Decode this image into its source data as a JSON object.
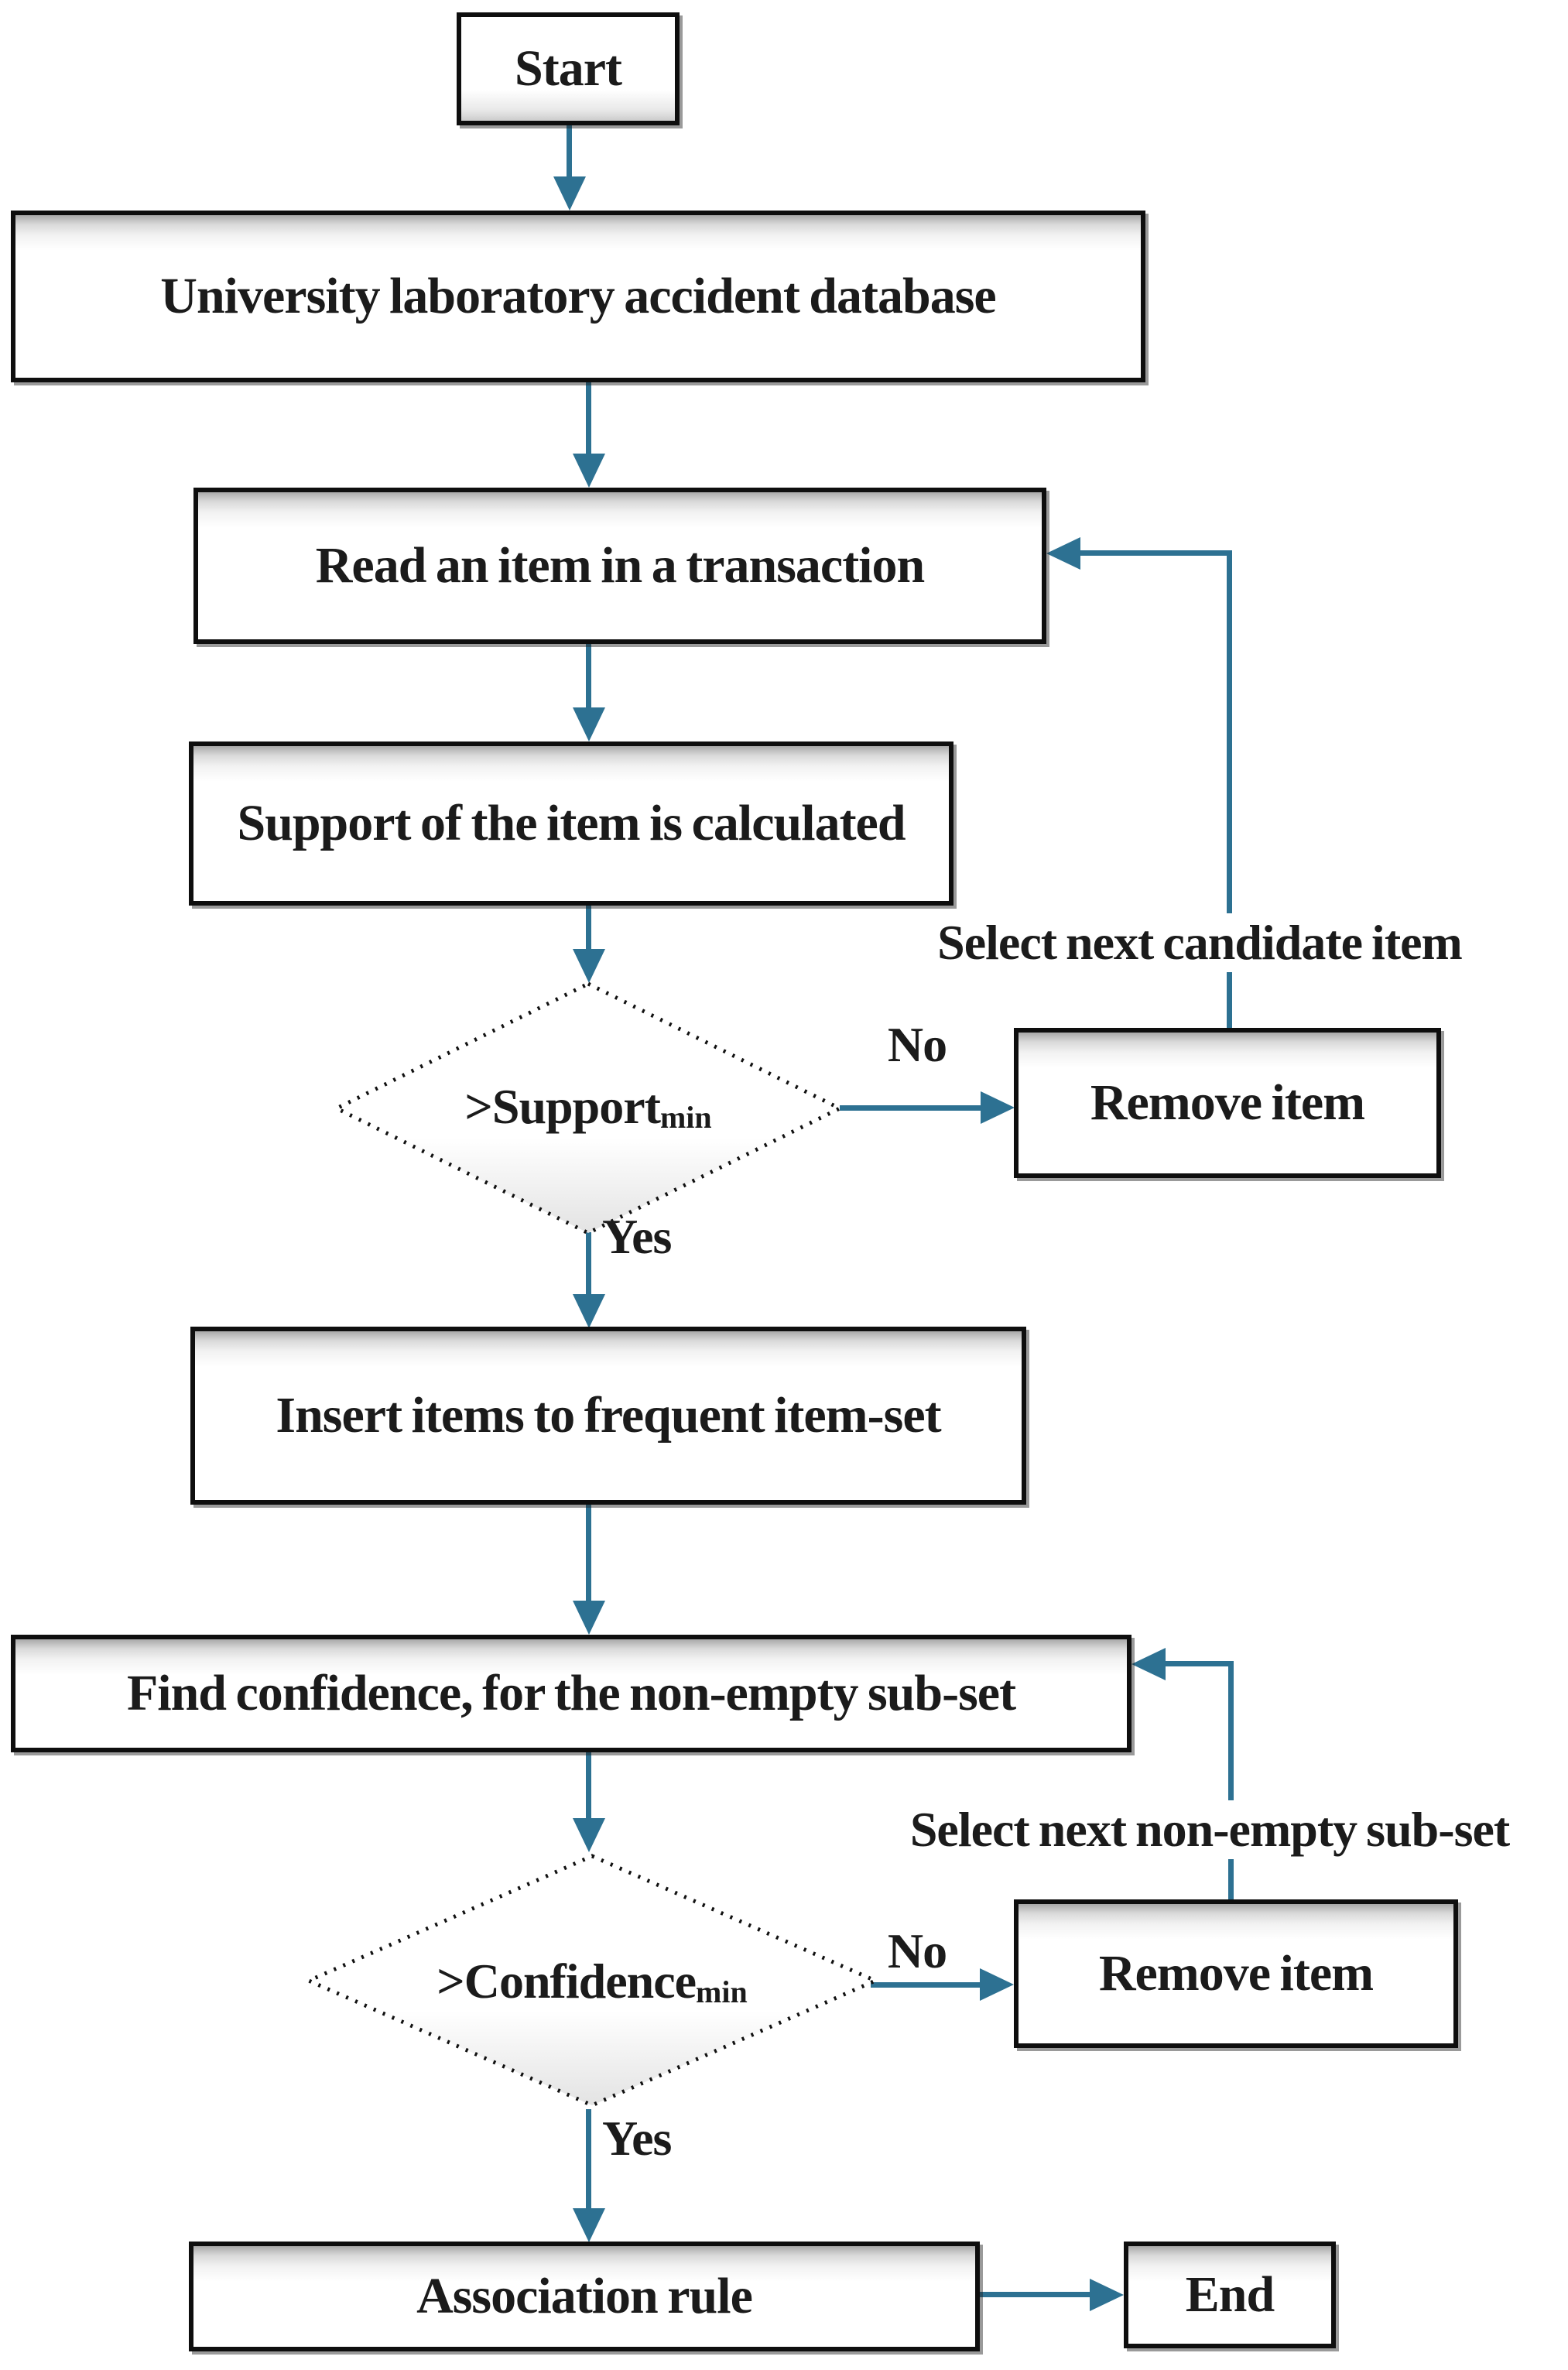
{
  "palette": {
    "arrow_color": "#2d7192",
    "border_color": "#0e0e0e",
    "text_color": "#1b1b1b",
    "box_fill": "#ffffff",
    "gloss_gray": "#a9a9a9"
  },
  "nodes": {
    "start": {
      "label": "Start"
    },
    "database": {
      "label": "University laboratory accident database"
    },
    "read_item": {
      "label": "Read an item in a transaction"
    },
    "support_calc": {
      "label": "Support of the item is calculated"
    },
    "support_decision": {
      "label": ">Support",
      "sub": "min"
    },
    "remove_item_1": {
      "label": "Remove item"
    },
    "insert_items": {
      "label": "Insert items to frequent item-set"
    },
    "find_confidence": {
      "label": "Find confidence, for the non-empty sub-set"
    },
    "confidence_decision": {
      "label": ">Confidence",
      "sub": "min"
    },
    "remove_item_2": {
      "label": "Remove item"
    },
    "association_rule": {
      "label": "Association rule"
    },
    "end": {
      "label": "End"
    }
  },
  "edge_labels": {
    "no_support": "No",
    "yes_support": "Yes",
    "select_candidate": "Select next candidate item",
    "no_confidence": "No",
    "yes_confidence": "Yes",
    "select_subset": "Select next non-empty sub-set"
  }
}
